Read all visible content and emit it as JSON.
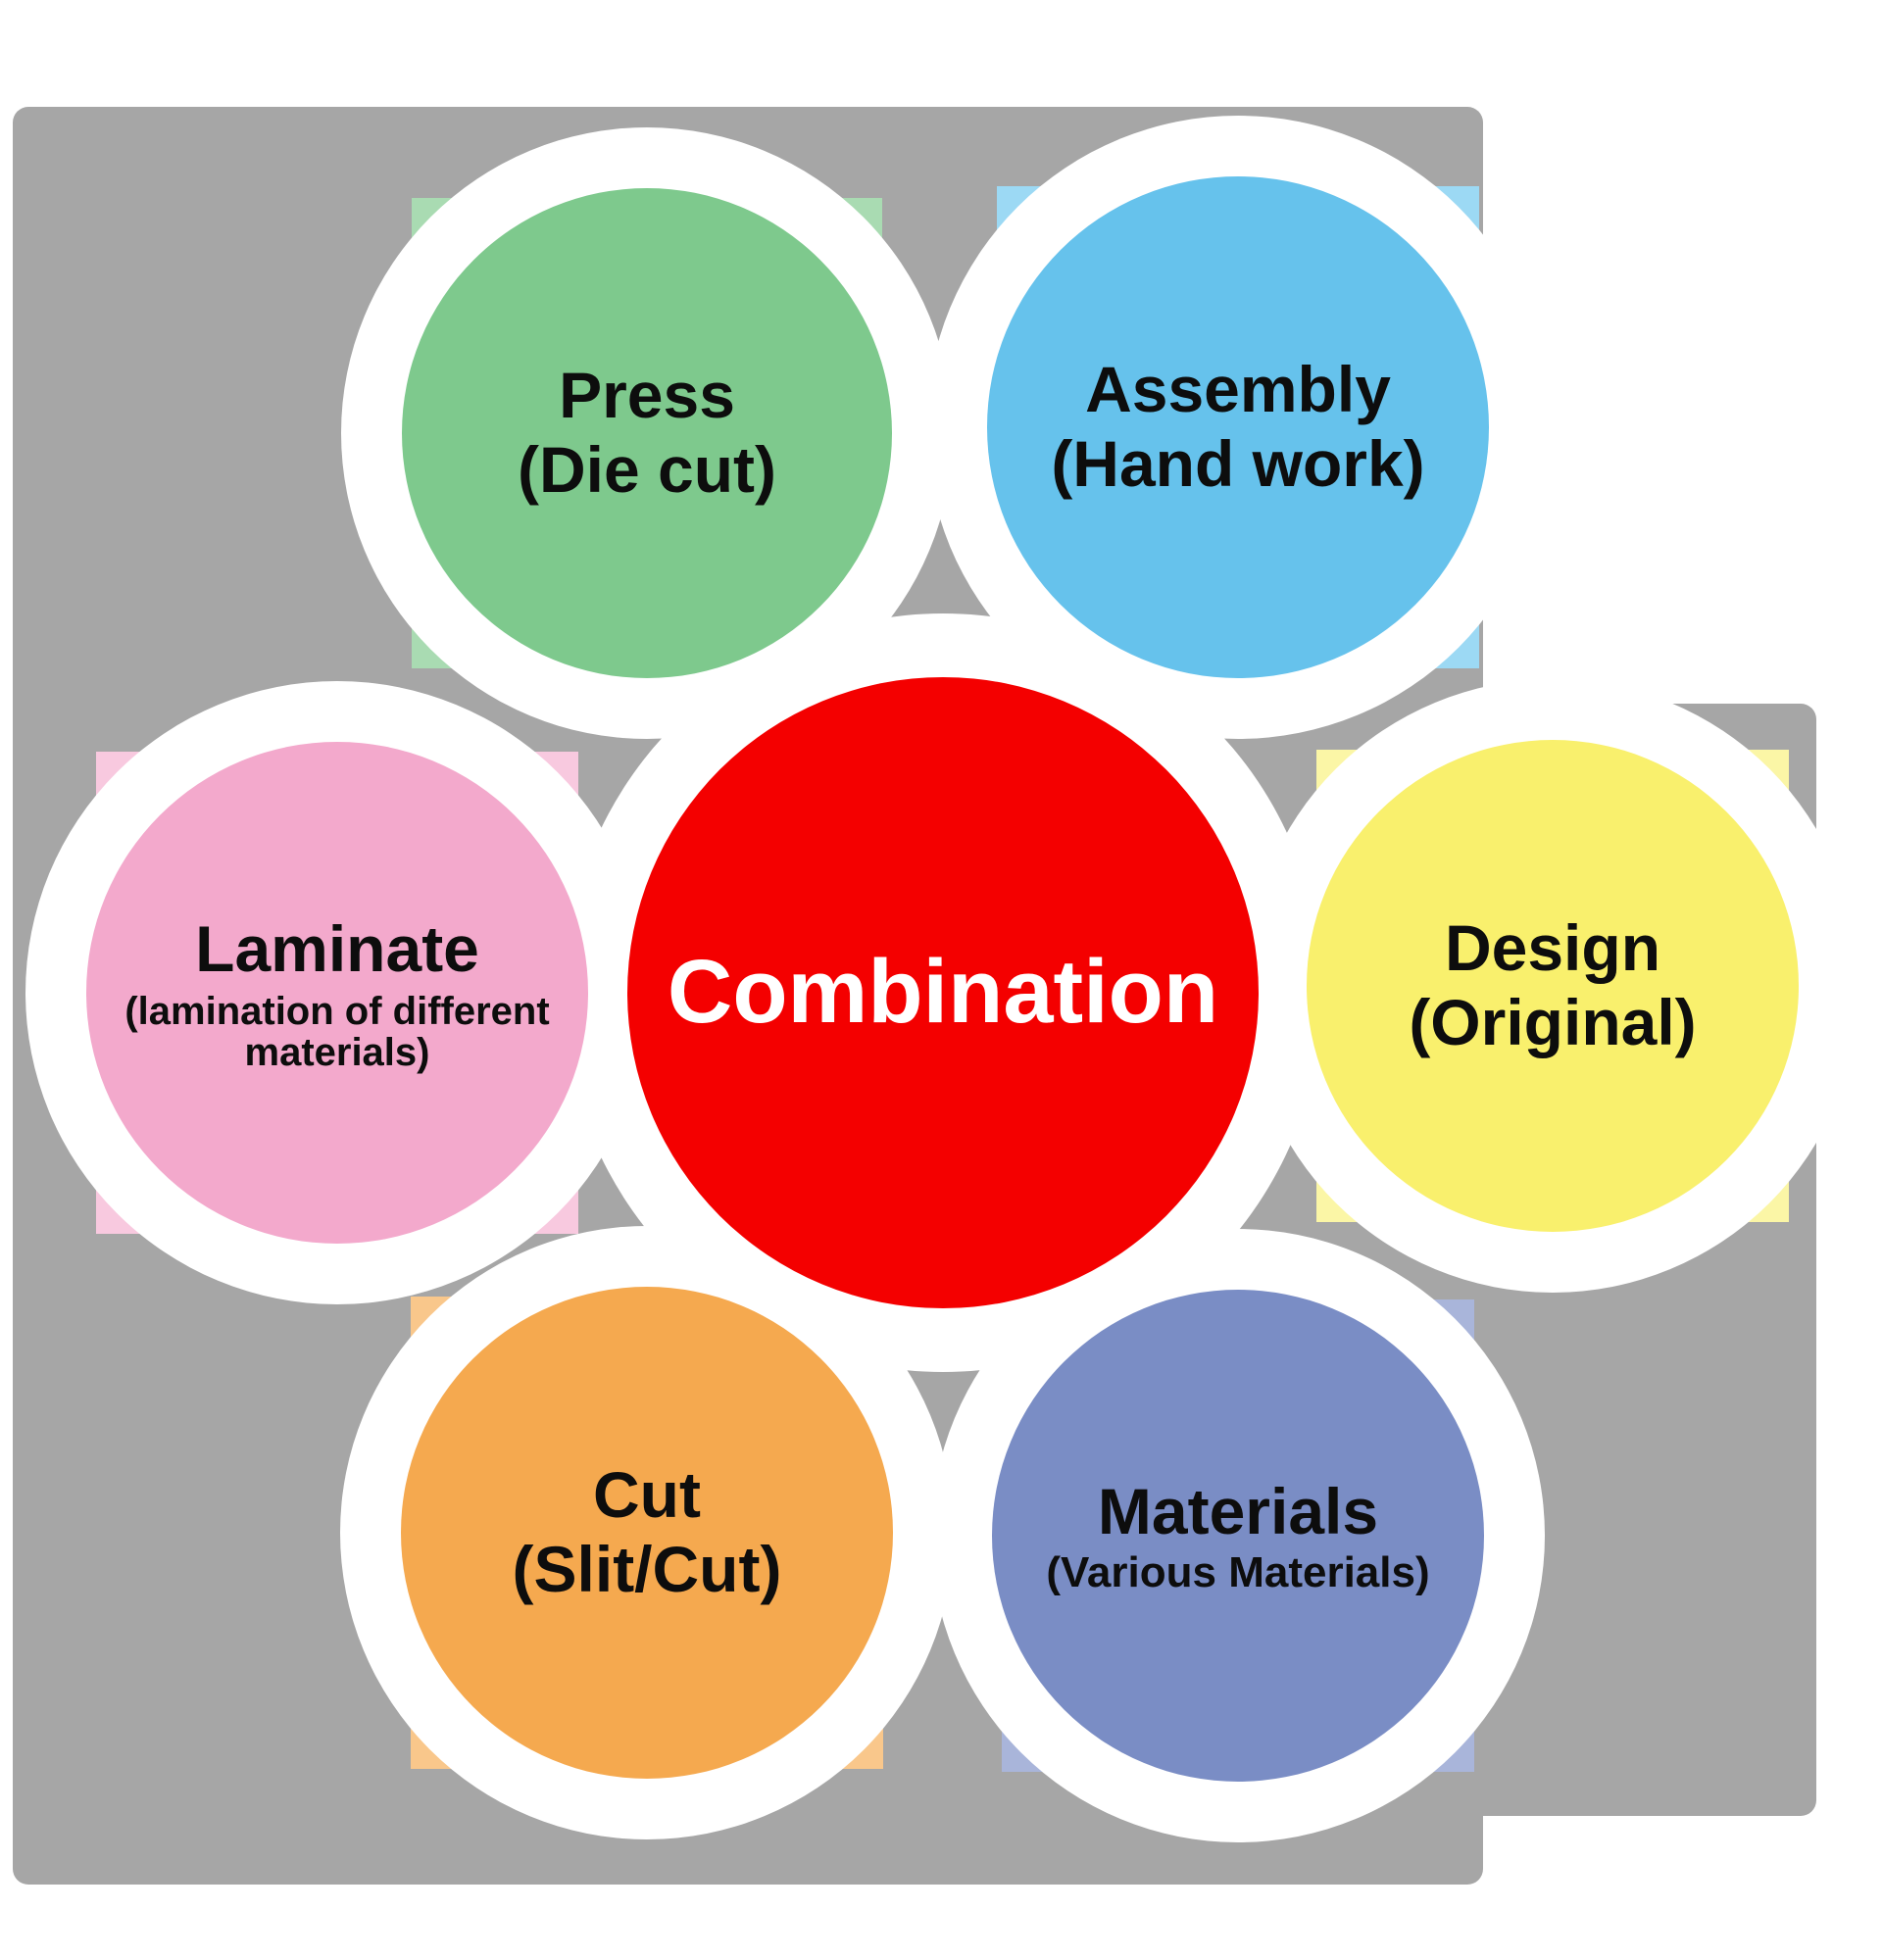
{
  "diagram": {
    "background_color": "#a6a6a6",
    "center": {
      "label": "Combination",
      "color": "#f40000",
      "text_color": "#ffffff"
    },
    "petals": [
      {
        "id": "press",
        "title": "Press",
        "subtitle": "(Die cut)",
        "color": "#7ec98d",
        "square_color": "#a9dbb2"
      },
      {
        "id": "assembly",
        "title": "Assembly",
        "subtitle": "(Hand work)",
        "color": "#66c2ec",
        "square_color": "#9cd9f4"
      },
      {
        "id": "design",
        "title": "Design",
        "subtitle": "(Original)",
        "color": "#f9f06d",
        "square_color": "#fbf6a6"
      },
      {
        "id": "materials",
        "title": "Materials",
        "subtitle": "(Various Materials)",
        "color": "#7a8dc5",
        "square_color": "#a9b5da"
      },
      {
        "id": "cut",
        "title": "Cut",
        "subtitle": "(Slit/Cut)",
        "color": "#f5a94f",
        "square_color": "#f9c78b"
      },
      {
        "id": "laminate",
        "title": "Laminate",
        "subtitle": "(lamination of different materials)",
        "color": "#f3a9cc",
        "square_color": "#f8c9df"
      }
    ]
  }
}
